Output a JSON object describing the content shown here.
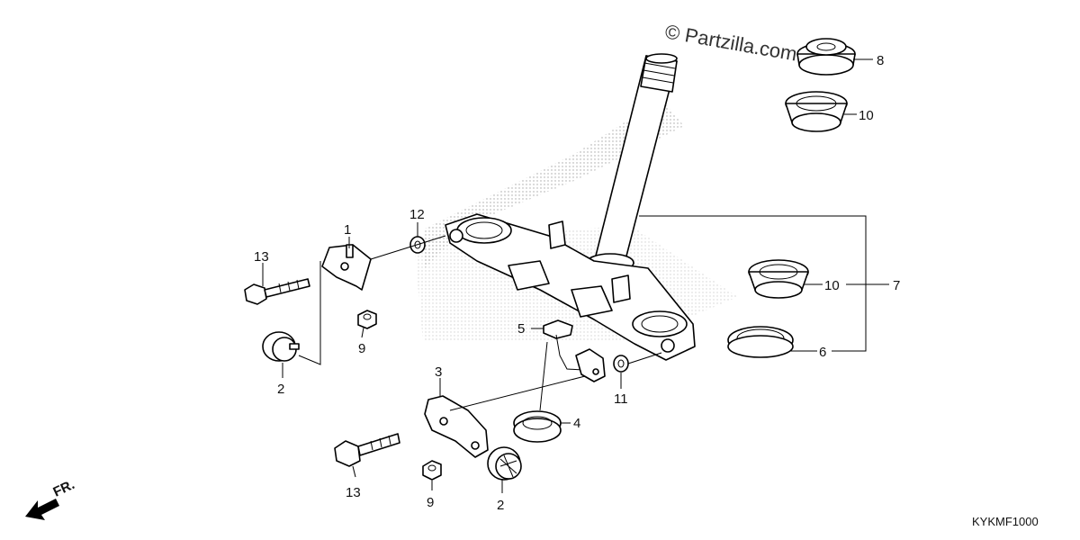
{
  "watermark": "© Partzilla.com",
  "diagram_code": "KYKMF1000",
  "front_arrow_label": "FR.",
  "callouts": {
    "c1": "1",
    "c2a": "2",
    "c2b": "2",
    "c3": "3",
    "c4": "4",
    "c5": "5",
    "c6": "6",
    "c7": "7",
    "c8": "8",
    "c9a": "9",
    "c9b": "9",
    "c10a": "10",
    "c10b": "10",
    "c11": "11",
    "c12": "12",
    "c13a": "13",
    "c13b": "13"
  }
}
